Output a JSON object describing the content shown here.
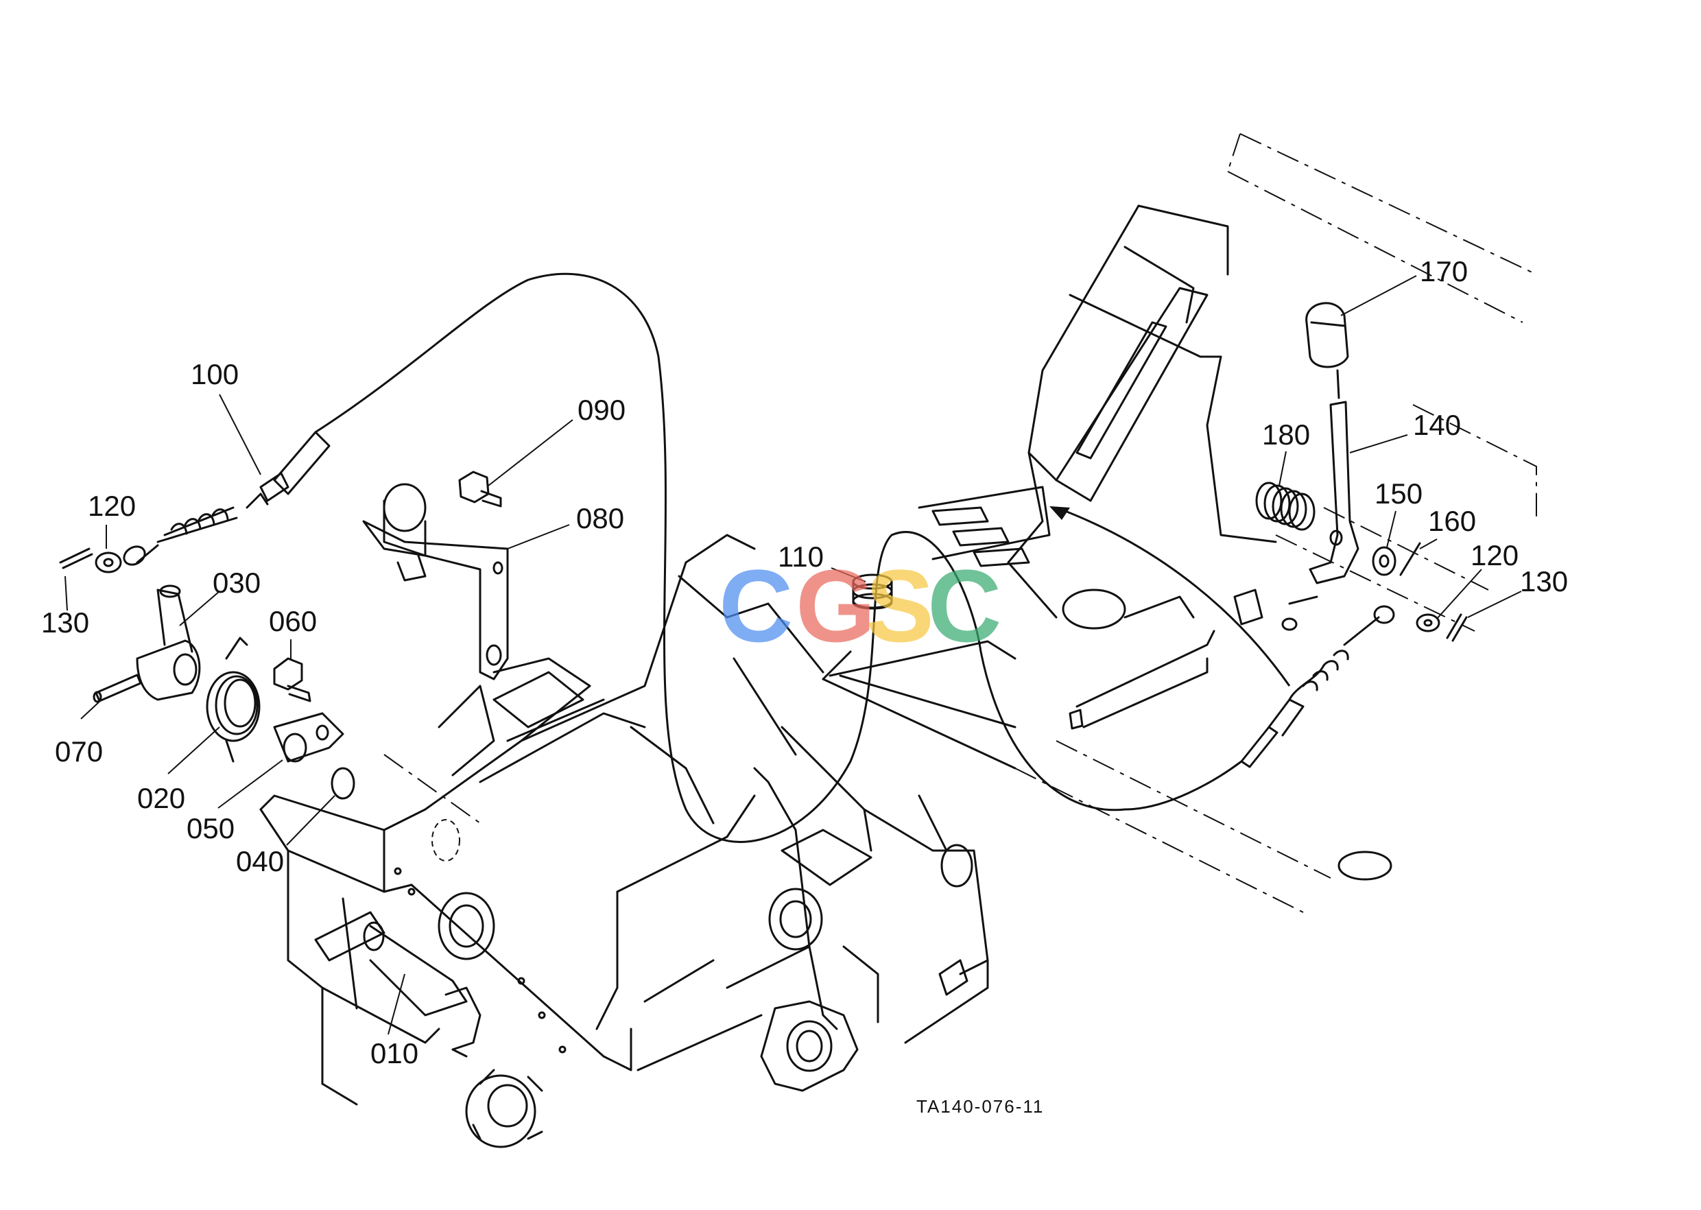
{
  "drawing_code": "TA140-076-11",
  "watermark": {
    "letters": [
      "C",
      "G",
      "S",
      "C"
    ],
    "colors": [
      "#4f8ef0",
      "#ea6a5e",
      "#f7c843",
      "#3aab73"
    ]
  },
  "callouts": [
    {
      "id": "100",
      "label": "100"
    },
    {
      "id": "090",
      "label": "090"
    },
    {
      "id": "120-left",
      "label": "120"
    },
    {
      "id": "080",
      "label": "080"
    },
    {
      "id": "130-left",
      "label": "130"
    },
    {
      "id": "030",
      "label": "030"
    },
    {
      "id": "060",
      "label": "060"
    },
    {
      "id": "070",
      "label": "070"
    },
    {
      "id": "020",
      "label": "020"
    },
    {
      "id": "050",
      "label": "050"
    },
    {
      "id": "040",
      "label": "040"
    },
    {
      "id": "010",
      "label": "010"
    },
    {
      "id": "110",
      "label": "110"
    },
    {
      "id": "170",
      "label": "170"
    },
    {
      "id": "180",
      "label": "180"
    },
    {
      "id": "140",
      "label": "140"
    },
    {
      "id": "150",
      "label": "150"
    },
    {
      "id": "160",
      "label": "160"
    },
    {
      "id": "120-right",
      "label": "120"
    },
    {
      "id": "130-right",
      "label": "130"
    }
  ]
}
